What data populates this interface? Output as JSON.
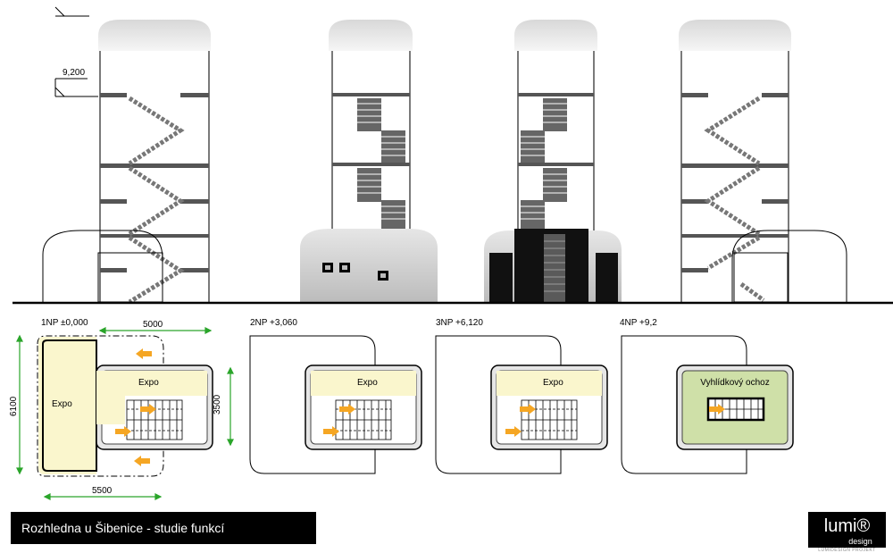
{
  "elevation": {
    "level_marker": "9,200"
  },
  "plans": [
    {
      "level": "1NP ±0,000",
      "rooms": [
        "Expo",
        "Expo"
      ],
      "dims": {
        "top": "5000",
        "bottom": "5500",
        "left": "6100",
        "right": "3500"
      }
    },
    {
      "level": "2NP +3,060",
      "rooms": [
        "Expo"
      ]
    },
    {
      "level": "3NP +6,120",
      "rooms": [
        "Expo"
      ]
    },
    {
      "level": "4NP +9,2",
      "rooms": [
        "Vyhlídkový ochoz"
      ]
    }
  ],
  "footer": {
    "title": "Rozhledna u Šibenice - studie funkcí",
    "logo_word": "lumi®",
    "logo_sub": "design",
    "logo_small": "LUMIDESIGN PROJEKT"
  },
  "colors": {
    "expo_fill": "#faf6cd",
    "lookout_fill": "#cfe0a8",
    "arrow": "#f5a623",
    "dim_green": "#2aa52a",
    "stair_gray": "#666666",
    "cap_gray": "#e6e6e6"
  }
}
